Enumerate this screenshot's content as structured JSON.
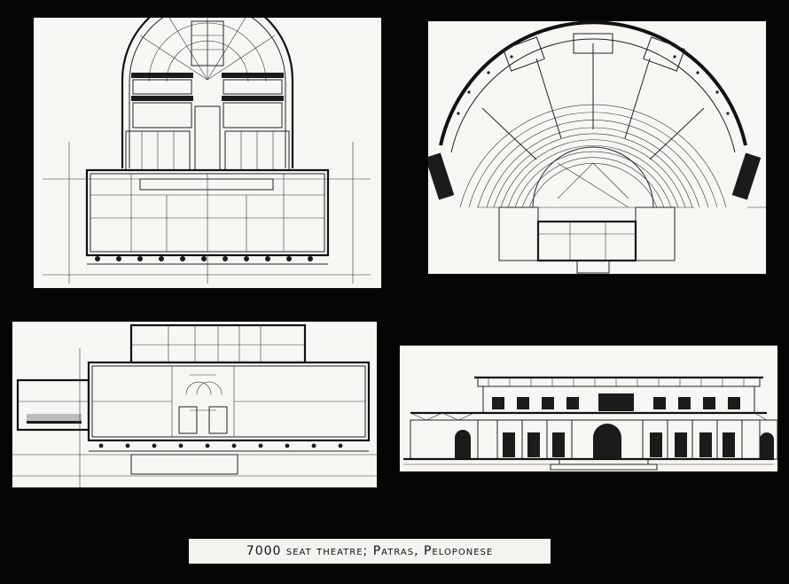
{
  "caption": {
    "text": "7000 seat theatre; Patras, Peloponese"
  },
  "sheets": [
    {
      "id": "plan-a",
      "type": "floor-plan-with-apse"
    },
    {
      "id": "plan-b",
      "type": "amphitheatre-seating-plan"
    },
    {
      "id": "plan-c",
      "type": "ground-floor-plan"
    },
    {
      "id": "elev",
      "type": "front-elevation"
    }
  ],
  "colors": {
    "background": "#050505",
    "paper": "#f7f6f2",
    "ink": "#1b1b1b"
  }
}
